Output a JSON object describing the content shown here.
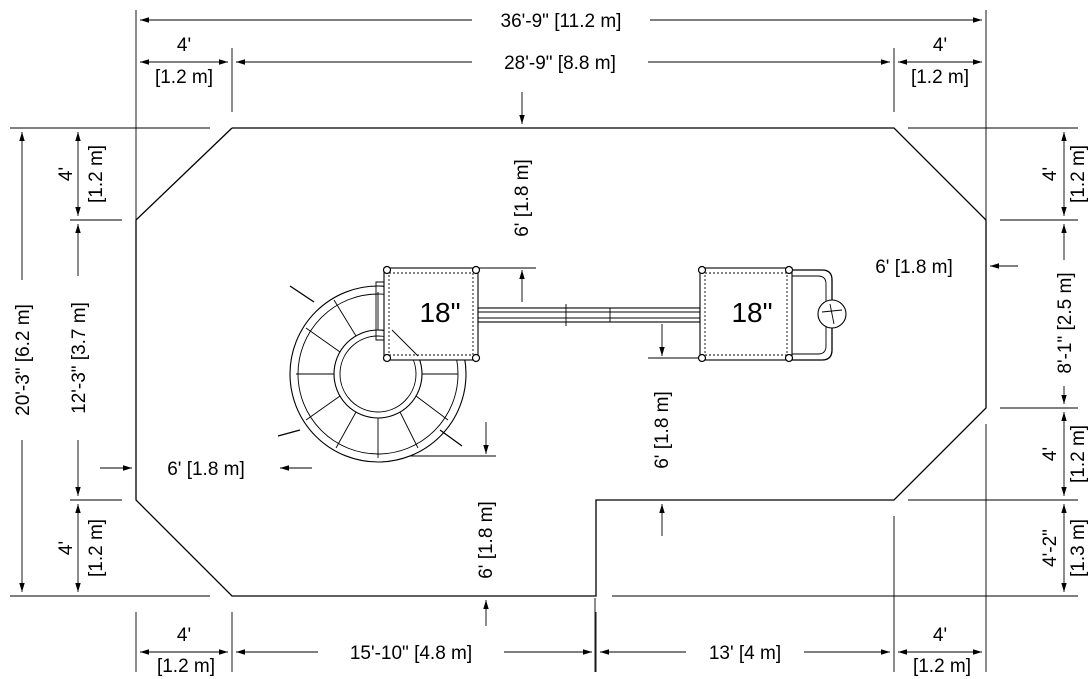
{
  "drawing": {
    "line_color": "#000000",
    "background": "#ffffff"
  },
  "dimensions": {
    "overall_width": "36'-9\" [11.2 m]",
    "inner_width": "28'-9\" [8.8 m]",
    "top_left_ft": "4'",
    "top_left_m": "[1.2 m]",
    "top_right_ft": "4'",
    "top_right_m": "[1.2 m]",
    "bottom_left_ft": "4'",
    "bottom_left_m": "[1.2 m]",
    "bottom_mid_left": "15'-10\" [4.8 m]",
    "bottom_mid_right": "13' [4 m]",
    "bottom_right_ft": "4'",
    "bottom_right_m": "[1.2 m]",
    "left_overall": "20'-3\" [6.2 m]",
    "left_inner": "12'-3\" [3.7 m]",
    "left_top_ft": "4'",
    "left_top_m": "[1.2 m]",
    "left_bottom_ft": "4'",
    "left_bottom_m": "[1.2 m]",
    "right_top_ft": "4'",
    "right_top_m": "[1.2 m]",
    "right_mid": "8'-1\" [2.5 m]",
    "right_lower_ft": "4'",
    "right_lower_m": "[1.2 m]",
    "right_bottom_ft": "4'-2\"",
    "right_bottom_m": "[1.3 m]",
    "clear_top": "6' [1.8 m]",
    "clear_left": "6' [1.8 m]",
    "clear_below_slide": "6' [1.8 m]",
    "clear_below_bridge": "6' [1.8 m]",
    "clear_right": "6' [1.8 m]"
  },
  "equipment": {
    "deck_left_height": "18\"",
    "deck_right_height": "18\""
  }
}
